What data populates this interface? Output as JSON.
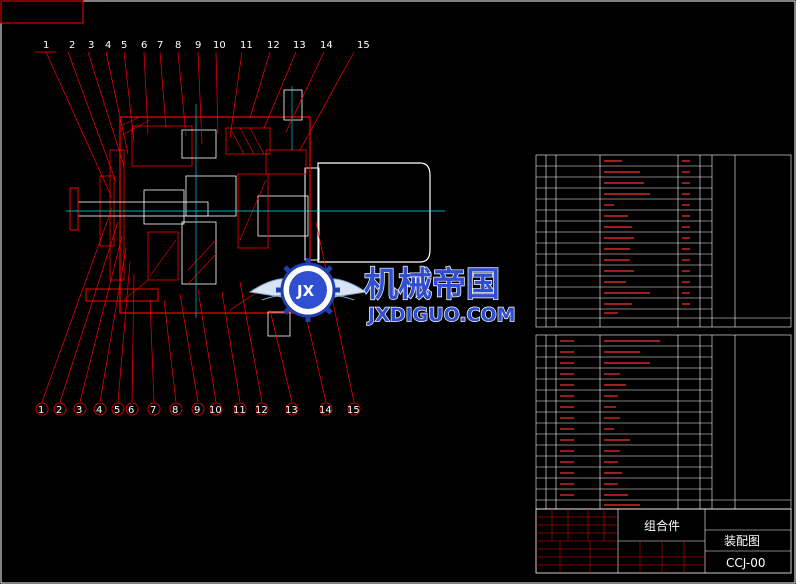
{
  "callouts": [
    "1",
    "2",
    "3",
    "4",
    "5",
    "6",
    "7",
    "8",
    "9",
    "10",
    "11",
    "12",
    "13",
    "14",
    "15"
  ],
  "bottom_callouts": [
    "1",
    "2",
    "3",
    "4",
    "5",
    "6",
    "7",
    "8",
    "9",
    "10",
    "11",
    "12",
    "13",
    "14",
    "15"
  ],
  "title_block": {
    "name": "组合件",
    "drawing_type": "装配图",
    "code": "CCJ-00"
  },
  "watermark": {
    "cn": "机械帝国",
    "en": "JXDIGUO.COM",
    "logo": "JX"
  },
  "colors": {
    "background": "#000000",
    "outline": "#ff0000",
    "frame": "#ffffff",
    "centerline": "#00e5ff",
    "body": "#ffffff",
    "watermark": "#2f4ed0"
  },
  "icons": [
    "gear-logo-icon",
    "eagle-wings-icon"
  ]
}
